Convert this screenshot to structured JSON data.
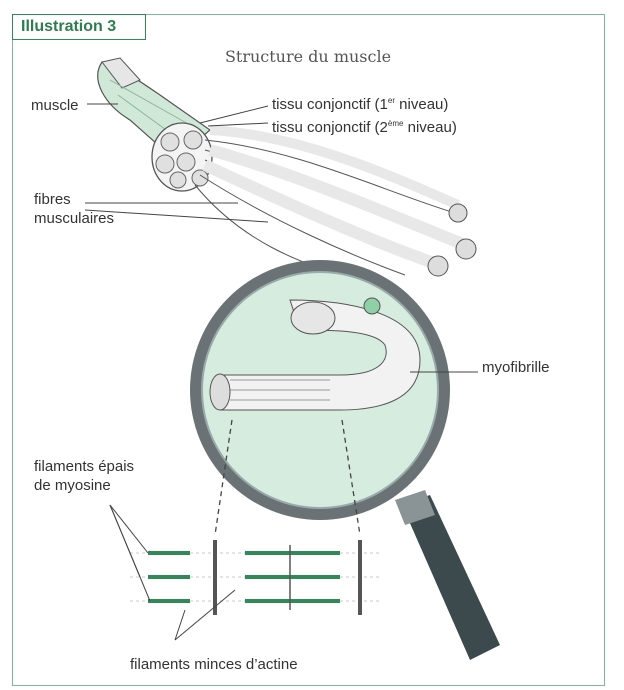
{
  "header": {
    "tag": "Illustration 3"
  },
  "diagram": {
    "title": "Structure du muscle",
    "labels": {
      "muscle": "muscle",
      "tissu1_prefix": "tissu conjonctif (1",
      "tissu1_sup": "er",
      "tissu1_suffix": " niveau)",
      "tissu2_prefix": "tissu conjonctif (2",
      "tissu2_sup": "ème",
      "tissu2_suffix": " niveau)",
      "fibres_line1": "fibres",
      "fibres_line2": "musculaires",
      "myofibrille": "myofibrille",
      "myosine_line1": "filaments épais",
      "myosine_line2": "de myosine",
      "actine": "filaments minces d’actine"
    },
    "colors": {
      "accent": "#2e7d4f",
      "tissue": "#cfe8d8",
      "lens": "#d6ecde",
      "handle": "#3c4a4e"
    }
  }
}
